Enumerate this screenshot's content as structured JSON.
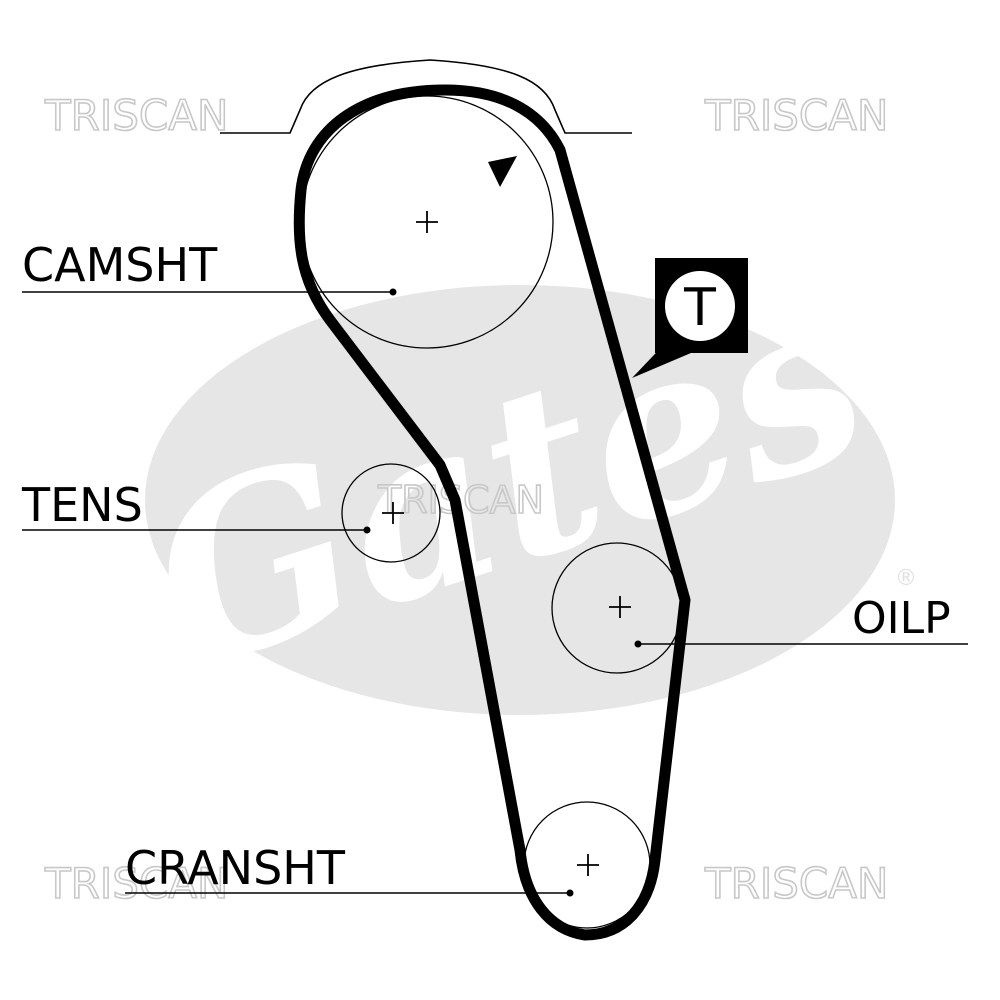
{
  "watermarks": {
    "top_left": "TRISCAN",
    "top_right": "TRISCAN",
    "center": "TRISCAN",
    "bottom_left": "TRISCAN",
    "bottom_right": "TRISCAN"
  },
  "brand_logo": {
    "text": "Gates",
    "mark": "®",
    "color": "#e6e6e6"
  },
  "labels": {
    "camshaft": "CAMSHT",
    "tensioner": "TENS",
    "oil_pump": "OILP",
    "crankshaft": "CRANSHT"
  },
  "tension_marker": {
    "letter": "T"
  },
  "colors": {
    "belt": "#000000",
    "watermark": "#c8c8c8",
    "logo": "#e6e6e6"
  }
}
